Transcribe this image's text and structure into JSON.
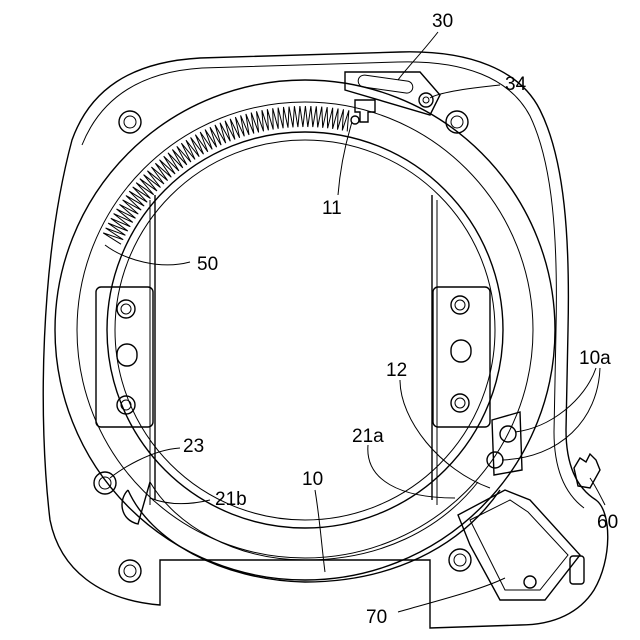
{
  "figure": {
    "labels": {
      "l30": "30",
      "l34": "34",
      "l11": "11",
      "l50": "50",
      "l12": "12",
      "l10a": "10a",
      "l21a": "21a",
      "l23": "23",
      "l21b": "21b",
      "l10": "10",
      "l60": "60",
      "l70": "70"
    }
  }
}
